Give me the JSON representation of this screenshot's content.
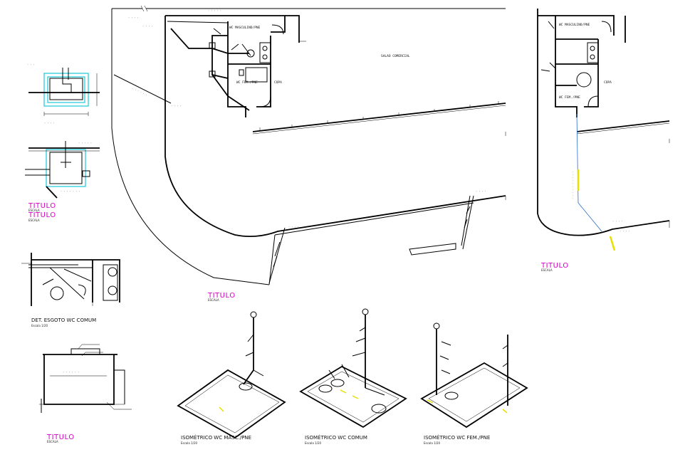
{
  "labels": {
    "titulo": "TITULO",
    "escala": "ESCALA",
    "room_salao": "SALAO COMERCIAL",
    "room_wc_masc": "WC MASCULINO/PNE",
    "room_wc_fem": "WC FEM./PNE",
    "room_copa": "COPA",
    "room_wc_masc_right": "WC MASCULINO/PNE",
    "room_wc_fem_right": "WC FEM./PNE",
    "room_copa_right": "COPA",
    "det_esgoto": "DET. ESGOTO WC COMUM",
    "det_esgoto_scale": "Escala 1/20",
    "iso_masc": "ISOMÉTRICO WC MASC./PNE",
    "iso_masc_scale": "Escala 1/20",
    "iso_comum": "ISOMÉTRICO WC COMUM",
    "iso_comum_scale": "Escala 1/20",
    "iso_fem": "ISOMÉTRICO WC FEM./PNE",
    "iso_fem_scale": "Escala 1/20"
  },
  "colors": {
    "title": "#d400c8",
    "line": "#000000",
    "cyan": "#19c8d8",
    "yellow": "#e8e000",
    "blue": "#2a6cc8"
  }
}
